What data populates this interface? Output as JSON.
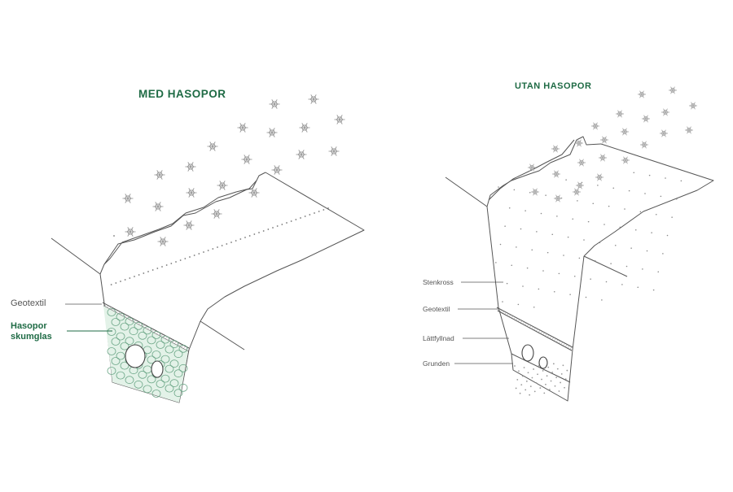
{
  "colors": {
    "accent": "#1f6b45",
    "line": "#555555",
    "foam_fill": "#e3f2e8",
    "foam_stroke": "#6ea889",
    "snow": "#9a9a9a"
  },
  "panel_left": {
    "title": "MED HASOPOR",
    "labels": {
      "geotextil": "Geotextil",
      "hasopor_line1": "Hasopor",
      "hasopor_line2": "skumglas"
    }
  },
  "panel_right": {
    "title": "UTAN HASOPOR",
    "labels": {
      "stenkross": "Stenkross",
      "geotextil": "Geotextil",
      "lattfyllnad": "Lättfyllnad",
      "grunden": "Grunden"
    }
  }
}
